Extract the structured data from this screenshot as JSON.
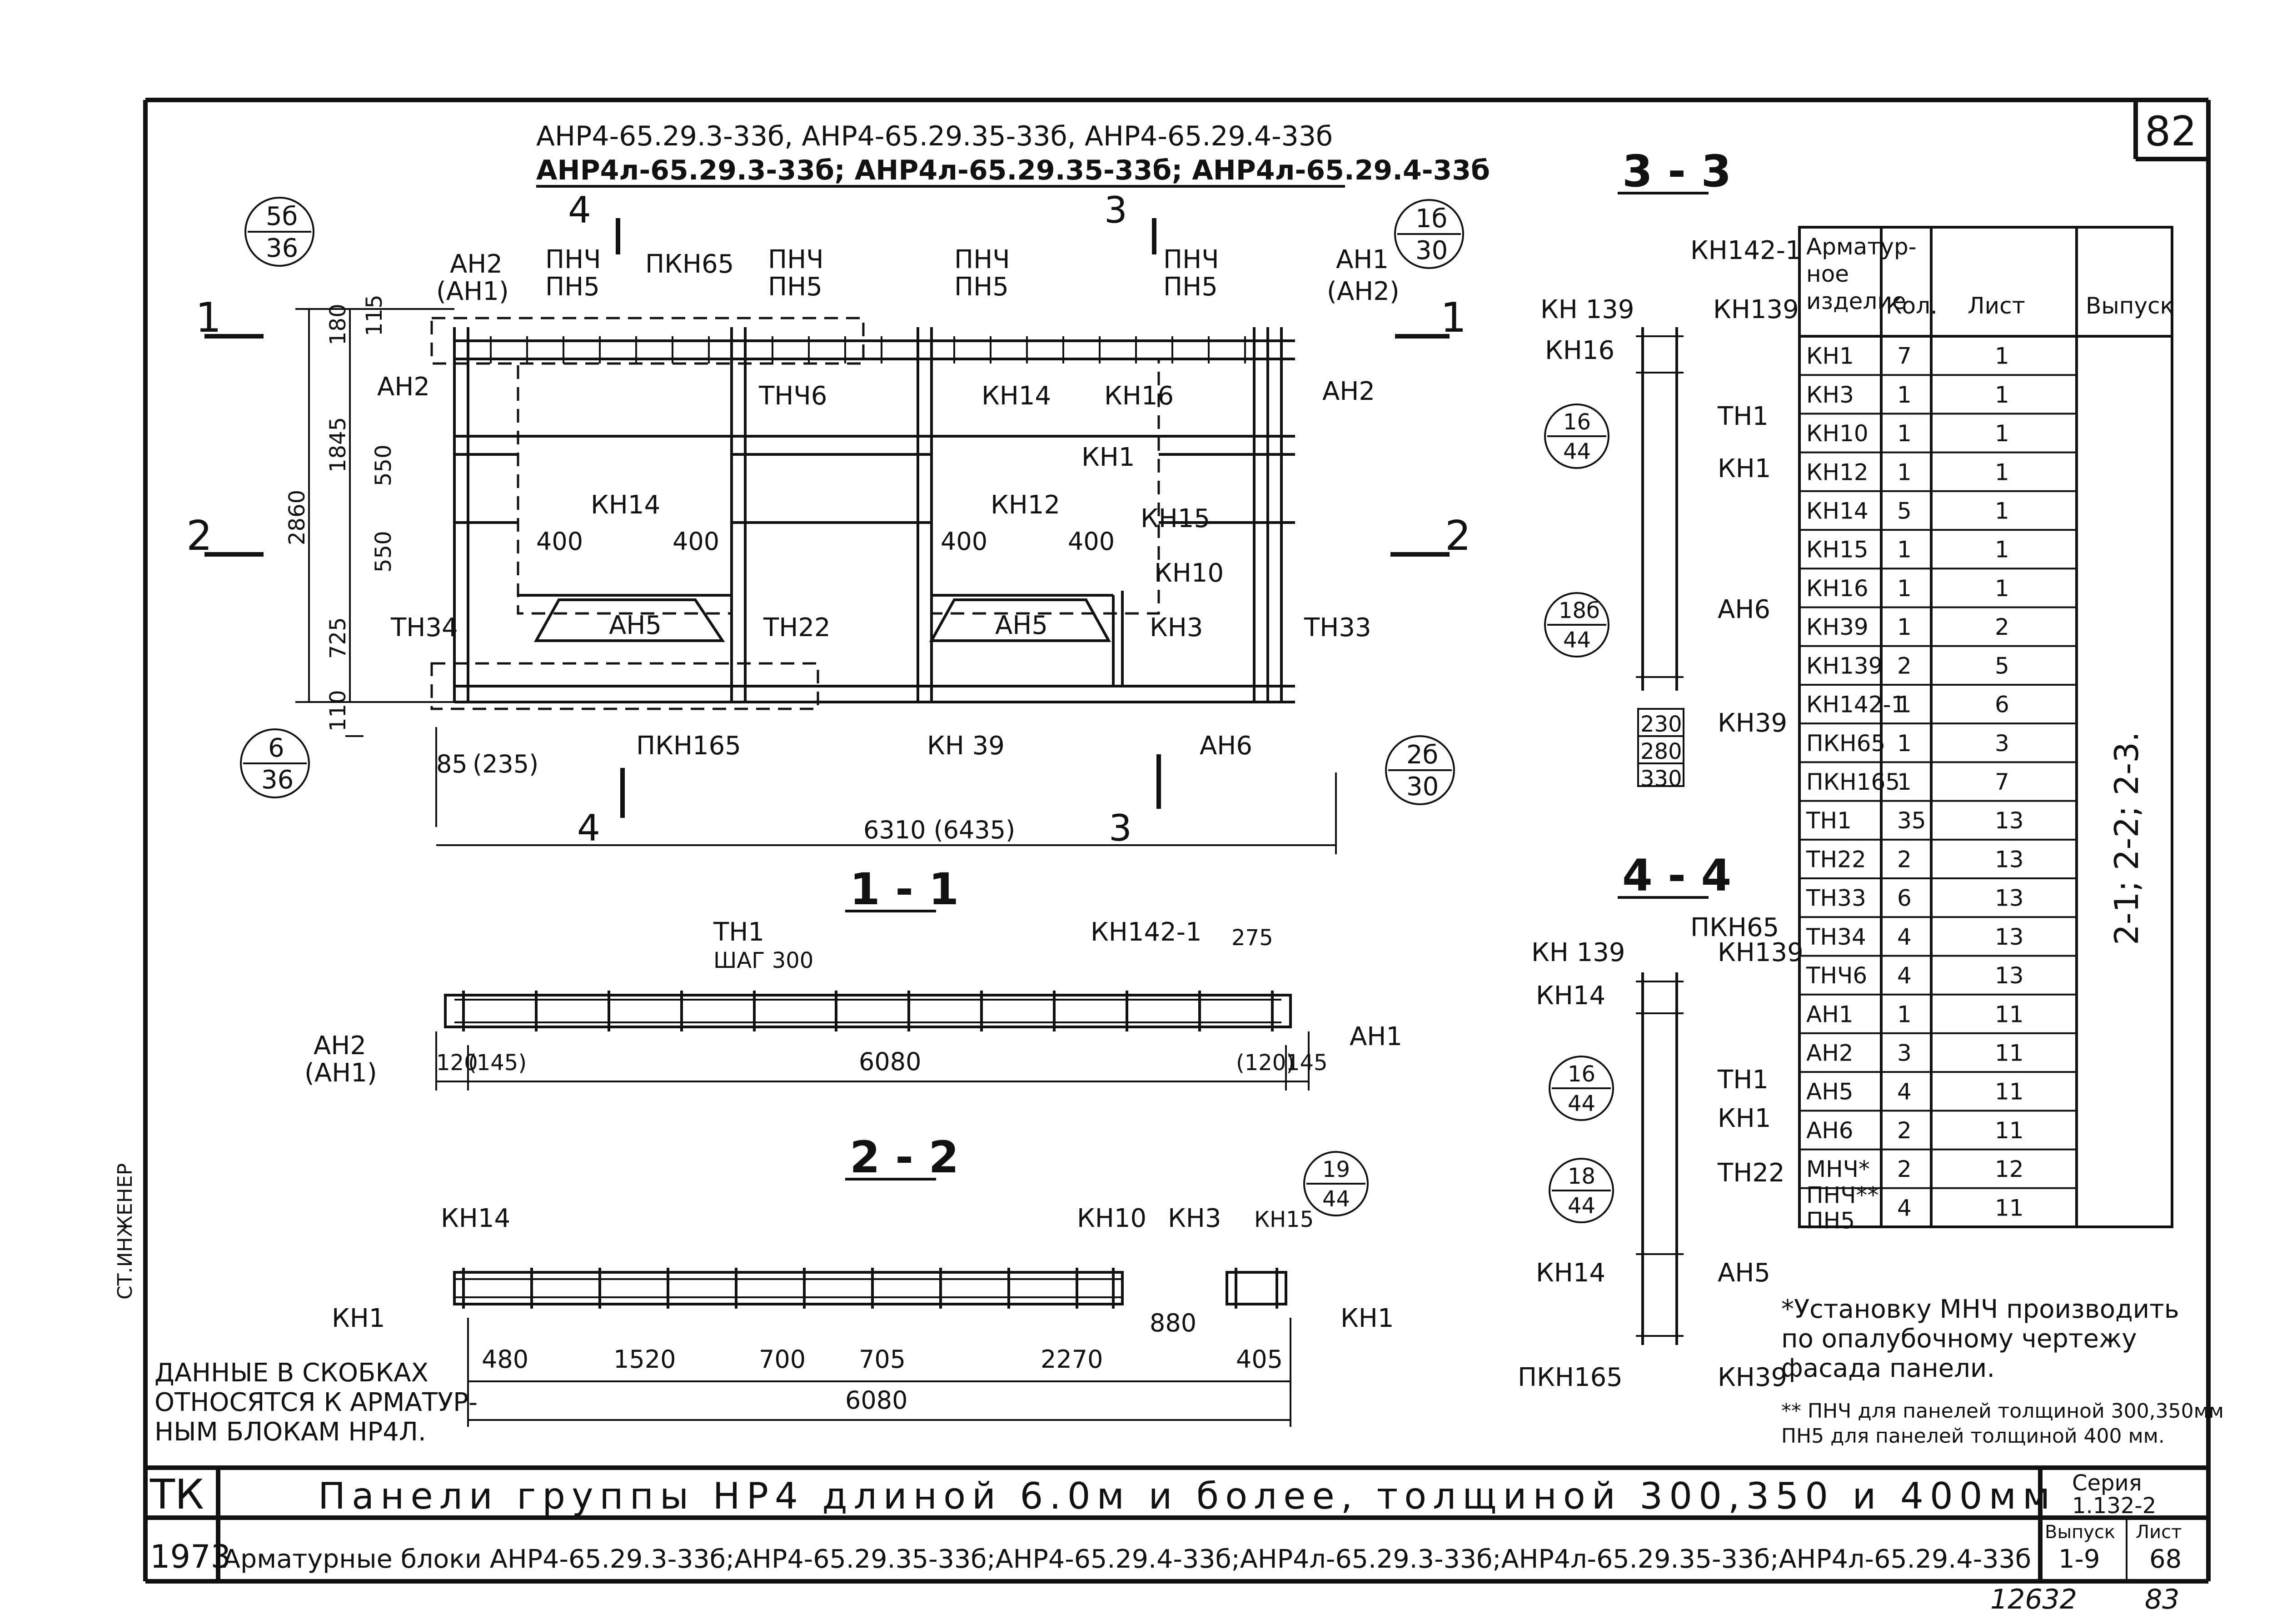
{
  "sheet_number": "82",
  "header": {
    "line1": "АНР4-65.29.3-33б,  АНР4-65.29.35-33б,  АНР4-65.29.4-33б",
    "line2": "АНР4л-65.29.3-33б;  АНР4л-65.29.35-33б;  АНР4л-65.29.4-33б"
  },
  "sections": {
    "s11": "1 - 1",
    "s22": "2 - 2",
    "s33": "3 - 3",
    "s44": "4 - 4"
  },
  "cut_marks": {
    "c1": "1",
    "c2": "2",
    "c3": "3",
    "c4": "4"
  },
  "refs": [
    {
      "id": "r5b36",
      "top": "5б",
      "bottom": "36"
    },
    {
      "id": "r1b30",
      "top": "1б",
      "bottom": "30"
    },
    {
      "id": "r636",
      "top": "6",
      "bottom": "36"
    },
    {
      "id": "r2b30",
      "top": "2б",
      "bottom": "30"
    },
    {
      "id": "r1644a",
      "top": "16",
      "bottom": "44"
    },
    {
      "id": "r18b44",
      "top": "18б",
      "bottom": "44"
    },
    {
      "id": "r1644b",
      "top": "16",
      "bottom": "44"
    },
    {
      "id": "r1844",
      "top": "18",
      "bottom": "44"
    },
    {
      "id": "r1944",
      "top": "19",
      "bottom": "44"
    }
  ],
  "elevation_labels": {
    "an2_top": "АН2",
    "an1_paren": "(АН1)",
    "pnch4_a": "ПНЧ",
    "pn5_a": "ПН5",
    "pkn65": "ПКН65",
    "pnch4_b": "ПНЧ",
    "pn5_b": "ПН5",
    "pnch4_c": "ПНЧ",
    "pn5_c": "ПН5",
    "pnch4_d": "ПНЧ",
    "pn5_d": "ПН5",
    "an1_top": "АН1",
    "an2_paren": "(АН2)",
    "an2_left": "АН2",
    "an2_right": "АН2",
    "tn46": "ТНЧ6",
    "kn14_a": "КН14",
    "kn16": "КН16",
    "kn1": "КН1",
    "kn14_b": "КН14",
    "kn12": "КН12",
    "kn15": "КН15",
    "kn10": "КН10",
    "kn3": "КН3",
    "tn34": "ТН34",
    "an5_a": "АН5",
    "tn22": "ТН22",
    "an5_b": "АН5",
    "tn33": "ТН33",
    "pkn165": "ПКН165",
    "kn39": "КН 39",
    "an6": "АН6",
    "d400a": "400",
    "d400b": "400",
    "d400c": "400",
    "d400d": "400",
    "d180": "180",
    "d115": "115",
    "d1845": "1845",
    "d550a": "550",
    "d550b": "550",
    "d725": "725",
    "d2860": "2860",
    "d110": "110",
    "d85": "85",
    "d235": "(235)",
    "d6310": "6310 (6435)"
  },
  "s11_labels": {
    "tn1": "ТН1",
    "shag": "ШАГ 300",
    "kn142": "КН142-1",
    "d275": "275",
    "an2": "АН2",
    "an1p": "(АН1)",
    "an1": "АН1",
    "d120": "120",
    "d145": "(145)",
    "d6080": "6080",
    "d120p": "(120)",
    "d145b": "145"
  },
  "s22_labels": {
    "kn14": "КН14",
    "kn10": "КН10",
    "kn3": "КН3",
    "kn15": "КН15",
    "kn1a": "КН1",
    "kn1b": "КН1",
    "d480": "480",
    "d1520": "1520",
    "d700": "700",
    "d705": "705",
    "d2270": "2270",
    "d880": "880",
    "d405": "405",
    "d6080": "6080"
  },
  "s33_labels": {
    "kn142": "КН142-1",
    "kn139a": "КН 139",
    "kn139b": "КН139",
    "kn16": "КН16",
    "tn1": "ТН1",
    "kn1": "КН1",
    "an6": "АН6",
    "kn39": "КН39",
    "d230": "230",
    "d280": "280",
    "d330": "330"
  },
  "s44_labels": {
    "pkn65": "ПКН65",
    "kn139a": "КН 139",
    "kn139b": "КН139",
    "kn14a": "КН14",
    "tn1": "ТН1",
    "kn1": "КН1",
    "tn22": "ТН22",
    "kn14b": "КН14",
    "an5": "АН5",
    "pkn165": "ПКН165",
    "kn39": "КН39"
  },
  "note_brackets": "ДАННЫЕ В СКОБКАХ\nОТНОСЯТСЯ К АРМАТУР-\nНЫМ БЛОКАМ НР4Л.",
  "table": {
    "headers": [
      "Арматур-\nное\nизделие",
      "Кол.",
      "Лист",
      "Выпуск"
    ],
    "rows": [
      [
        "КН1",
        "7",
        "1"
      ],
      [
        "КН3",
        "1",
        "1"
      ],
      [
        "КН10",
        "1",
        "1"
      ],
      [
        "КН12",
        "1",
        "1"
      ],
      [
        "КН14",
        "5",
        "1"
      ],
      [
        "КН15",
        "1",
        "1"
      ],
      [
        "КН16",
        "1",
        "1"
      ],
      [
        "КН39",
        "1",
        "2"
      ],
      [
        "КН139",
        "2",
        "5"
      ],
      [
        "КН142-1",
        "1",
        "6"
      ],
      [
        "ПКН65",
        "1",
        "3"
      ],
      [
        "ПКН165",
        "1",
        "7"
      ],
      [
        "ТН1",
        "35",
        "13"
      ],
      [
        "ТН22",
        "2",
        "13"
      ],
      [
        "ТН33",
        "6",
        "13"
      ],
      [
        "ТН34",
        "4",
        "13"
      ],
      [
        "ТНЧ6",
        "4",
        "13"
      ],
      [
        "АН1",
        "1",
        "11"
      ],
      [
        "АН2",
        "3",
        "11"
      ],
      [
        "АН5",
        "4",
        "11"
      ],
      [
        "АН6",
        "2",
        "11"
      ],
      [
        "МНЧ*",
        "2",
        "12"
      ],
      [
        "ПНЧ**\nПН5",
        "4",
        "11"
      ]
    ],
    "vypusk": "2-1; 2-2; 2-3."
  },
  "footnote1": "*Установку МНЧ производить\nпо опалубочному чертежу\nфасада панели.",
  "footnote2": "** ПНЧ для панелей толщиной 300,350мм\nПН5 для панелей толщиной 400 мм.",
  "title_block": {
    "tk": "ТК",
    "year": "1973",
    "title": "Панели группы НР4 длиной 6.0м и более, толщиной 300,350 и 400мм",
    "subtitle": "Арматурные блоки АНР4-65.29.3-33б;АНР4-65.29.35-33б;АНР4-65.29.4-33б;АНР4л-65.29.3-33б;АНР4л-65.29.35-33б;АНР4л-65.29.4-33б",
    "seriya_label": "Серия",
    "seriya": "1.132-2",
    "vypusk_label": "Выпуск",
    "vypusk": "1-9",
    "list_label": "Лист",
    "list": "68"
  },
  "side_stamp": "СТ.ИНЖЕНЕР",
  "handwritten": "12632",
  "corner_number": "83"
}
